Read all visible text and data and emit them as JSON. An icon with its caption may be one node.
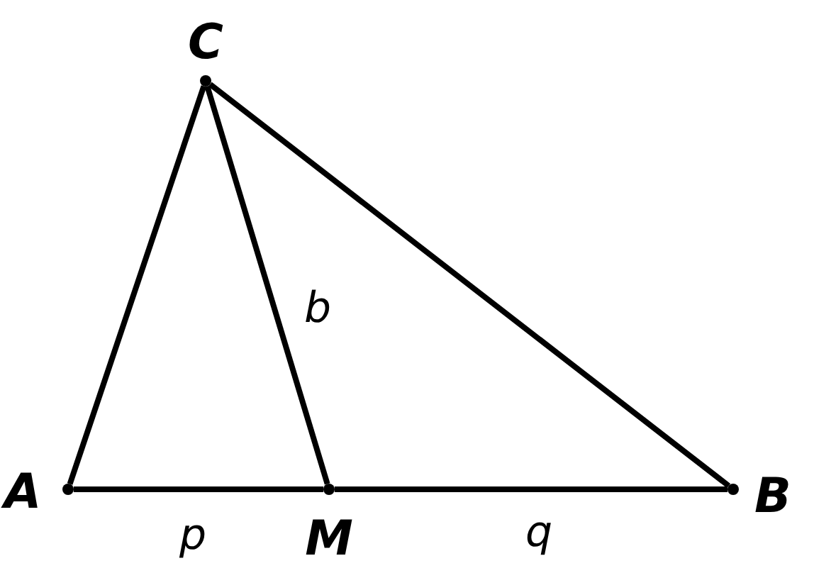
{
  "diagram": {
    "nodes": [
      {
        "text": [],
        "shape": "circle",
        "beside": [
          "C"
        ]
      },
      {
        "text": [],
        "shape": "circle",
        "beside": [
          "A"
        ]
      },
      {
        "text": [],
        "shape": "circle",
        "beside": [
          "M"
        ]
      },
      {
        "text": [],
        "shape": "circle",
        "beside": [
          "B"
        ]
      }
    ],
    "edges": [
      {
        "from": 1,
        "to": 0,
        "arrow": "none"
      },
      {
        "from": 0,
        "to": 3,
        "arrow": "none"
      },
      {
        "from": 0,
        "to": 2,
        "arrow": "none",
        "label": "b"
      },
      {
        "from": 1,
        "to": 2,
        "arrow": "none",
        "label": "p"
      },
      {
        "from": 2,
        "to": 3,
        "arrow": "none",
        "label": "q"
      }
    ]
  }
}
